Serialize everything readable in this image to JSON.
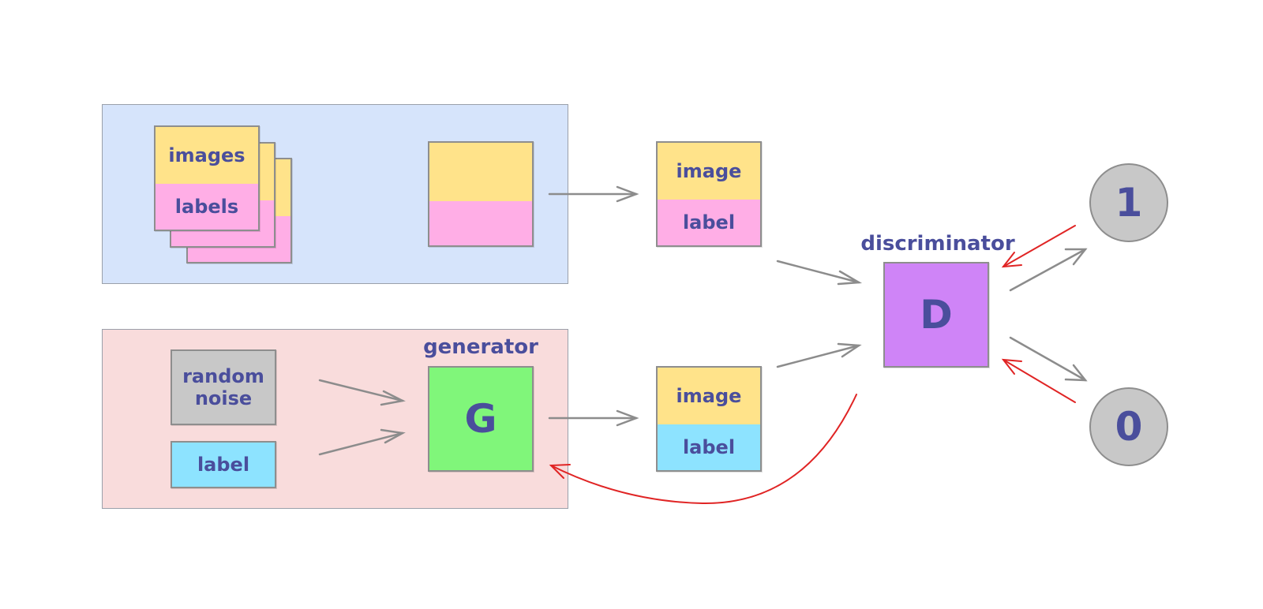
{
  "real_panel": {
    "stack_top_label": "images",
    "stack_bottom_label": "labels"
  },
  "fake_panel": {
    "noise_label_line1": "random",
    "noise_label_line2": "noise",
    "condition_label": "label",
    "generator_caption": "generator",
    "generator_letter": "G"
  },
  "real_pair": {
    "image_label": "image",
    "label_label": "label"
  },
  "fake_pair": {
    "image_label": "image",
    "label_label": "label"
  },
  "discriminator": {
    "caption": "discriminator",
    "letter": "D"
  },
  "outputs": {
    "real": "1",
    "fake": "0"
  },
  "colors": {
    "real_panel": "#d6e4fb",
    "fake_panel": "#f9dcdc",
    "image": "#ffe38a",
    "real_label": "#ffaee6",
    "fake_label": "#8de3ff",
    "noise": "#c8c8c8",
    "generator": "#80f67a",
    "discriminator": "#cf84f7",
    "text": "#4a4e9c",
    "forward_arrow": "#8c8c8c",
    "gradient_arrow": "#e02424"
  }
}
